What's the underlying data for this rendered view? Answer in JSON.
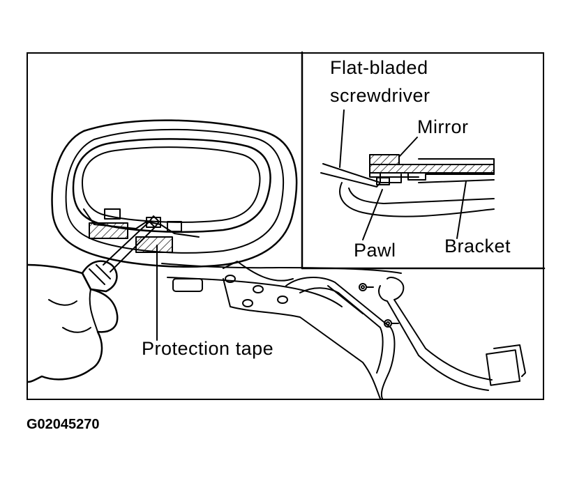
{
  "figure": {
    "code": "G02045270",
    "labels": {
      "protection_tape": "Protection tape",
      "tool_line1": "Flat-bladed",
      "tool_line2": "screwdriver",
      "mirror": "Mirror",
      "pawl": "Pawl",
      "bracket": "Bracket"
    }
  },
  "colors": {
    "line": "#000000",
    "background": "#ffffff"
  }
}
